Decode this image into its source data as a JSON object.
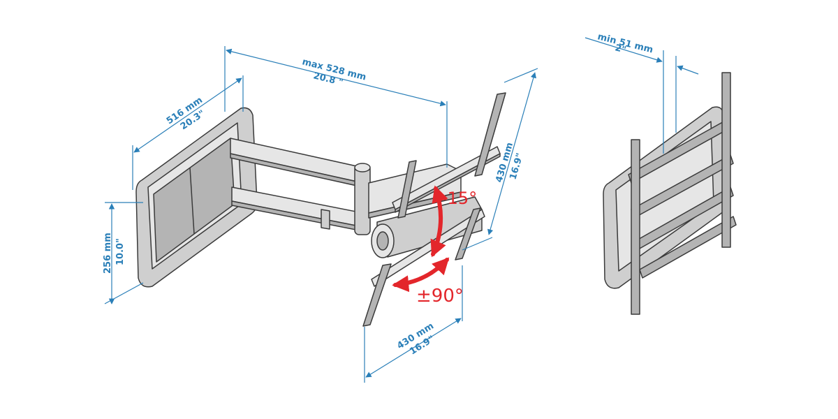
{
  "colors": {
    "dimension": "#2a7fb8",
    "angle": "#e3262b",
    "outline": "#3a3a3a",
    "fill_light": "#e6e6e6",
    "fill_mid": "#cfcfcf",
    "fill_dark": "#b4b4b4"
  },
  "dimensions": {
    "max_extension_mm": "max 528 mm",
    "max_extension_in": "20.8    \"",
    "wall_plate_width_mm": "516 mm",
    "wall_plate_width_in": "20.3\"",
    "wall_plate_height_mm": "256 mm",
    "wall_plate_height_in": "10.0\"",
    "vesa_height_mm": "430 mm",
    "vesa_height_in": "16.9\"",
    "vesa_width_mm": "430 mm",
    "vesa_width_in": "16.9\"",
    "min_depth_mm": "min 51 mm",
    "min_depth_in": "2\""
  },
  "angles": {
    "tilt": "-15°",
    "swivel": "±90°"
  }
}
